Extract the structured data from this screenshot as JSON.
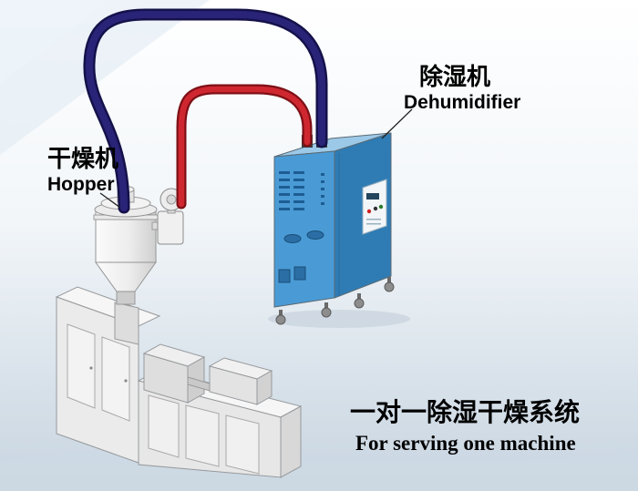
{
  "labels": {
    "dryer_cn": "干燥机",
    "dryer_en": "Hopper",
    "dehumidifier_cn": "除湿机",
    "dehumidifier_en": "Dehumidifier",
    "caption_cn": "一对一除湿干燥系统",
    "caption_en": "For serving one machine"
  },
  "colors": {
    "pipe_red": "#cf2730",
    "pipe_red_edge": "#7e1016",
    "pipe_blue": "#2a2478",
    "pipe_blue_edge": "#14114a",
    "cabinet_front": "#4a9bd5",
    "cabinet_side": "#2f7cb5",
    "cabinet_top": "#9cc9e8",
    "vent_slot": "#1d5d93",
    "machine_front": "#ebebeb",
    "machine_top": "#f6f6f6",
    "machine_side": "#d8d8d8",
    "text": "#121212"
  }
}
